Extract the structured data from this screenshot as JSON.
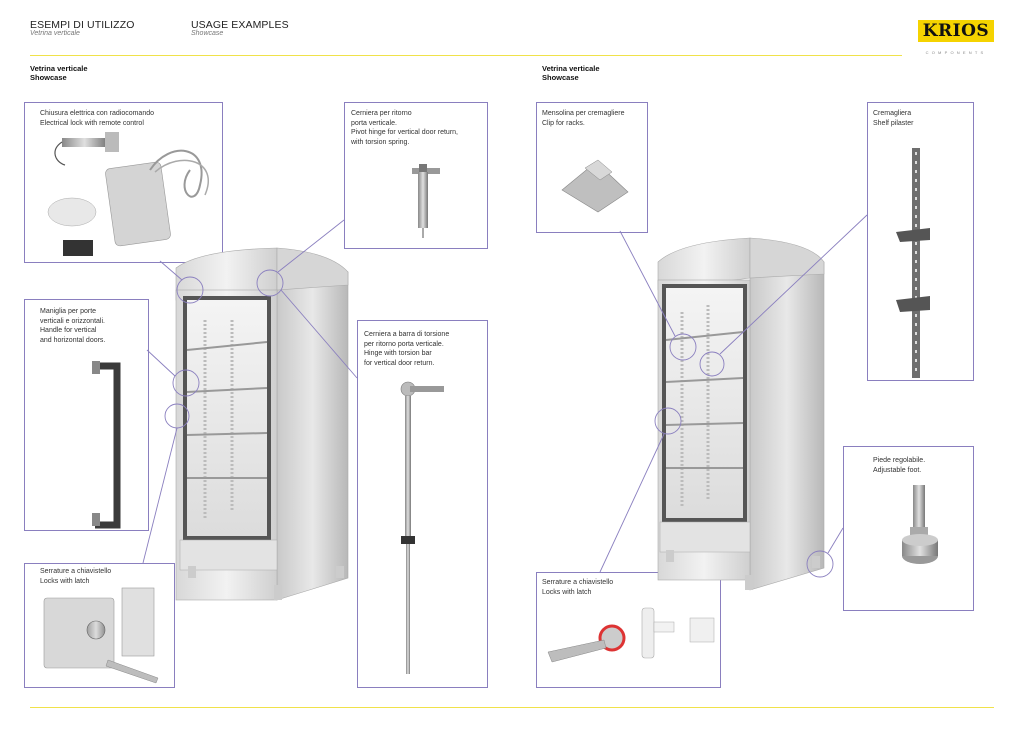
{
  "header": {
    "left_title": "ESEMPI DI UTILIZZO",
    "left_sub": "Vetrina verticale",
    "right_title": "USAGE EXAMPLES",
    "right_sub": "Showcase"
  },
  "brand": {
    "logo": "KRIOS",
    "tagline": "COMPONENTS",
    "accent": "#f5d300"
  },
  "left_section": {
    "title_it": "Vetrina verticale",
    "title_en": "Showcase"
  },
  "right_section": {
    "title_it": "Vetrina verticale",
    "title_en": "Showcase"
  },
  "callouts": {
    "lock": {
      "l1": "Chiusura elettrica con radiocomando",
      "l2": "Electrical lock with remote control"
    },
    "pivot": {
      "l1": "Cerniera per ritorno",
      "l2": "porta verticale.",
      "l3": "Pivot hinge for vertical door return,",
      "l4": "with torsion spring."
    },
    "handle": {
      "l1": "Maniglia per porte",
      "l2": "verticali e orizzontali.",
      "l3": "Handle for vertical",
      "l4": "and horizontal doors."
    },
    "torsion": {
      "l1": "Cerniera a barra di torsione",
      "l2": "per ritorno porta verticale.",
      "l3": "Hinge with torsion bar",
      "l4": "for vertical door return."
    },
    "latch_left": {
      "l1": "Serrature a chiavistello",
      "l2": "Locks with latch"
    },
    "clip": {
      "l1": "Mensolina per cremagliere",
      "l2": "Clip for racks."
    },
    "pilaster": {
      "l1": "Cremagliera",
      "l2": "Shelf pilaster"
    },
    "foot": {
      "l1": "Piede regolabile.",
      "l2": "Adjustable foot."
    },
    "latch_right": {
      "l1": "Serrature a chiavistello",
      "l2": "Locks with latch"
    }
  }
}
